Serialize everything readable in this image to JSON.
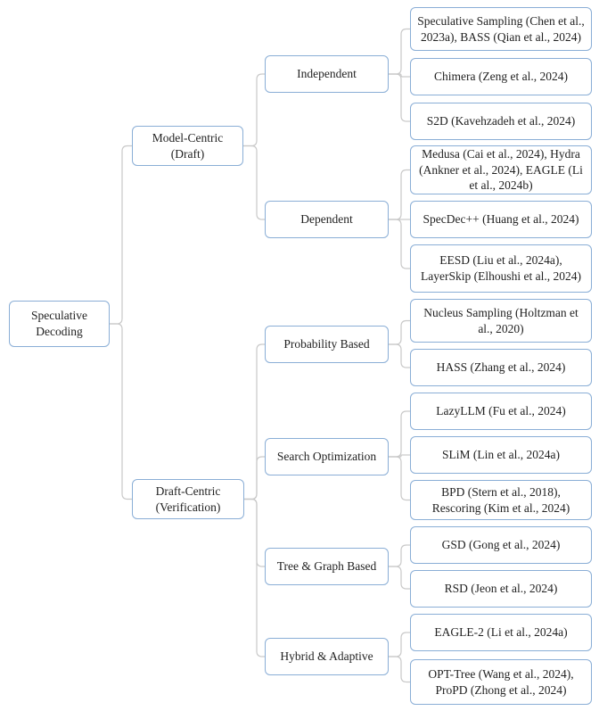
{
  "root": {
    "label": "Speculative\nDecoding"
  },
  "categories": [
    {
      "label": "Model-Centric\n(Draft)",
      "subs": [
        {
          "label": "Independent",
          "leaves": [
            "Speculative Sampling (Chen et al.,\n2023a), BASS (Qian et al., 2024)",
            "Chimera (Zeng et al., 2024)",
            "S2D (Kavehzadeh et al., 2024)"
          ]
        },
        {
          "label": "Dependent",
          "leaves": [
            "Medusa (Cai et al., 2024), Hydra\n(Ankner et al., 2024), EAGLE (Li\net al., 2024b)",
            "SpecDec++ (Huang et al., 2024)",
            "EESD  (Liu et al., 2024a),\nLayerSkip (Elhoushi et al., 2024)"
          ]
        }
      ]
    },
    {
      "label": "Draft-Centric\n(Verification)",
      "subs": [
        {
          "label": "Probability Based",
          "leaves": [
            "Nucleus Sampling (Holtzman et\nal., 2020)",
            "HASS  (Zhang et al., 2024)"
          ]
        },
        {
          "label": "Search Optimization",
          "leaves": [
            "LazyLLM (Fu et al., 2024)",
            "SLiM (Lin et al., 2024a)",
            "BPD (Stern et al., 2018),\nRescoring (Kim et al., 2024)"
          ]
        },
        {
          "label": "Tree & Graph Based",
          "leaves": [
            "GSD (Gong et al., 2024)",
            "RSD (Jeon et al., 2024)"
          ]
        },
        {
          "label": "Hybrid & Adaptive",
          "leaves": [
            "EAGLE-2  (Li et al., 2024a)",
            "OPT-Tree (Wang et al., 2024),\nProPD (Zhong et al., 2024)"
          ]
        }
      ]
    }
  ]
}
